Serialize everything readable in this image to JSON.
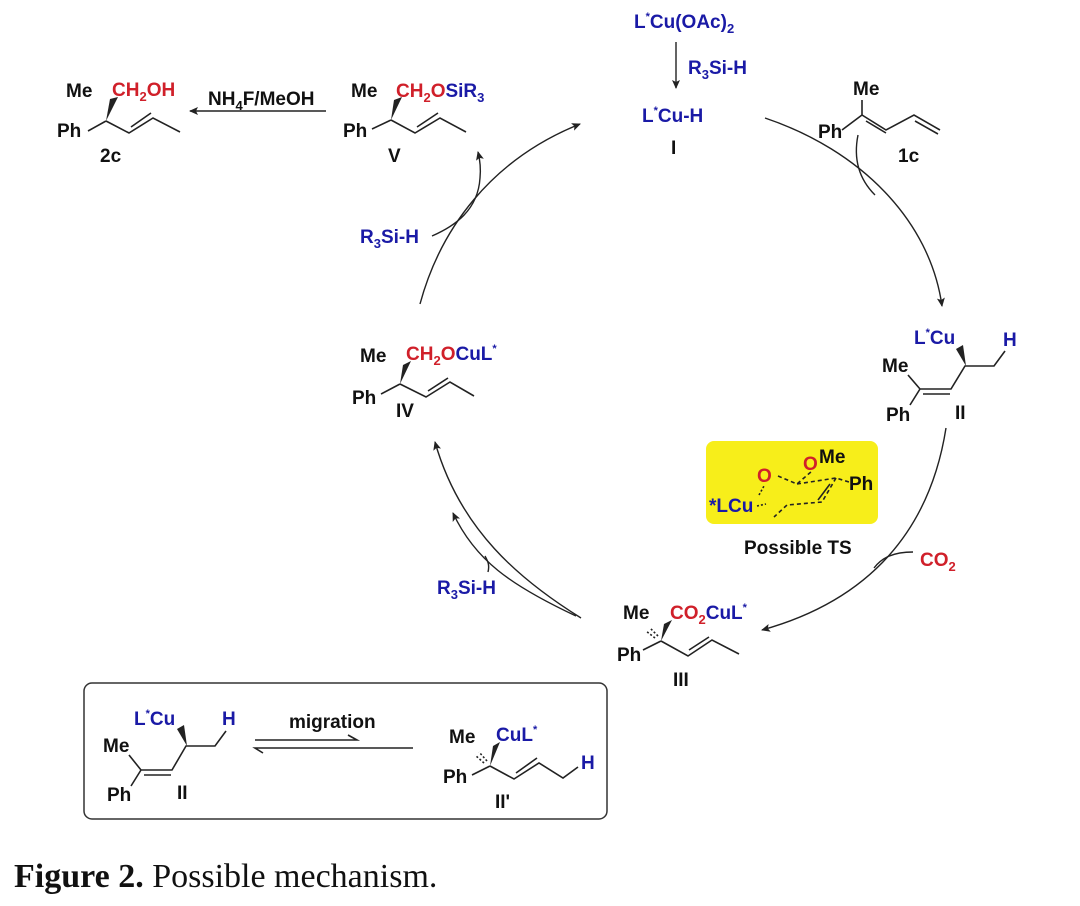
{
  "caption": {
    "label": "Figure 2.",
    "text": "Possible mechanism."
  },
  "colors": {
    "blue": "#1a1aa6",
    "red": "#d0202a",
    "ts_highlight": "#f7ee1a",
    "black": "#111111"
  },
  "precatalyst": {
    "formula_prefix": "L",
    "star": "*",
    "formula_main": "Cu(OAc)",
    "formula_sub": "2",
    "reagent_prefix": "R",
    "reagent_sub": "3",
    "reagent_main": "Si-H"
  },
  "species": {
    "I": {
      "label": "I",
      "prefix": "L",
      "star": "*",
      "main": "Cu-H"
    },
    "1c": {
      "label": "1c",
      "me": "Me",
      "ph": "Ph"
    },
    "II": {
      "label": "II",
      "cu_prefix": "L",
      "star": "*",
      "cu": "Cu",
      "h": "H",
      "me": "Me",
      "ph": "Ph"
    },
    "III": {
      "label": "III",
      "me": "Me",
      "ph": "Ph",
      "red_a": "CO",
      "red_sub": "2",
      "blue": "CuL",
      "star": "*"
    },
    "IV": {
      "label": "IV",
      "me": "Me",
      "ph": "Ph",
      "red_a": "CH",
      "red_sub": "2",
      "red_b": "O",
      "blue": "CuL",
      "star": "*"
    },
    "V": {
      "label": "V",
      "me": "Me",
      "ph": "Ph",
      "red_a": "CH",
      "red_sub": "2",
      "red_b": "O",
      "blue": "SiR",
      "blue_sub": "3"
    },
    "2c": {
      "label": "2c",
      "me": "Me",
      "ph": "Ph",
      "red_a": "CH",
      "red_sub": "2",
      "red_b": "OH"
    },
    "II_prime": {
      "label": "II'",
      "me": "Me",
      "ph": "Ph",
      "blue": "CuL",
      "star": "*",
      "h": "H"
    }
  },
  "reagents": {
    "deprotection": {
      "a": "NH",
      "sub": "4",
      "b": "F/MeOH"
    },
    "silane_top": {
      "prefix": "R",
      "sub": "3",
      "main": "Si-H"
    },
    "silane_bottom": {
      "prefix": "R",
      "sub": "3",
      "main": "Si-H"
    },
    "co2": {
      "main": "CO",
      "sub": "2"
    }
  },
  "transition_state": {
    "title_prefix": "Possible ",
    "title_bold": "TS",
    "cu": "*LCu",
    "o": "O",
    "me": "Me",
    "ph": "Ph"
  },
  "inset": {
    "arrow_label": "migration"
  }
}
